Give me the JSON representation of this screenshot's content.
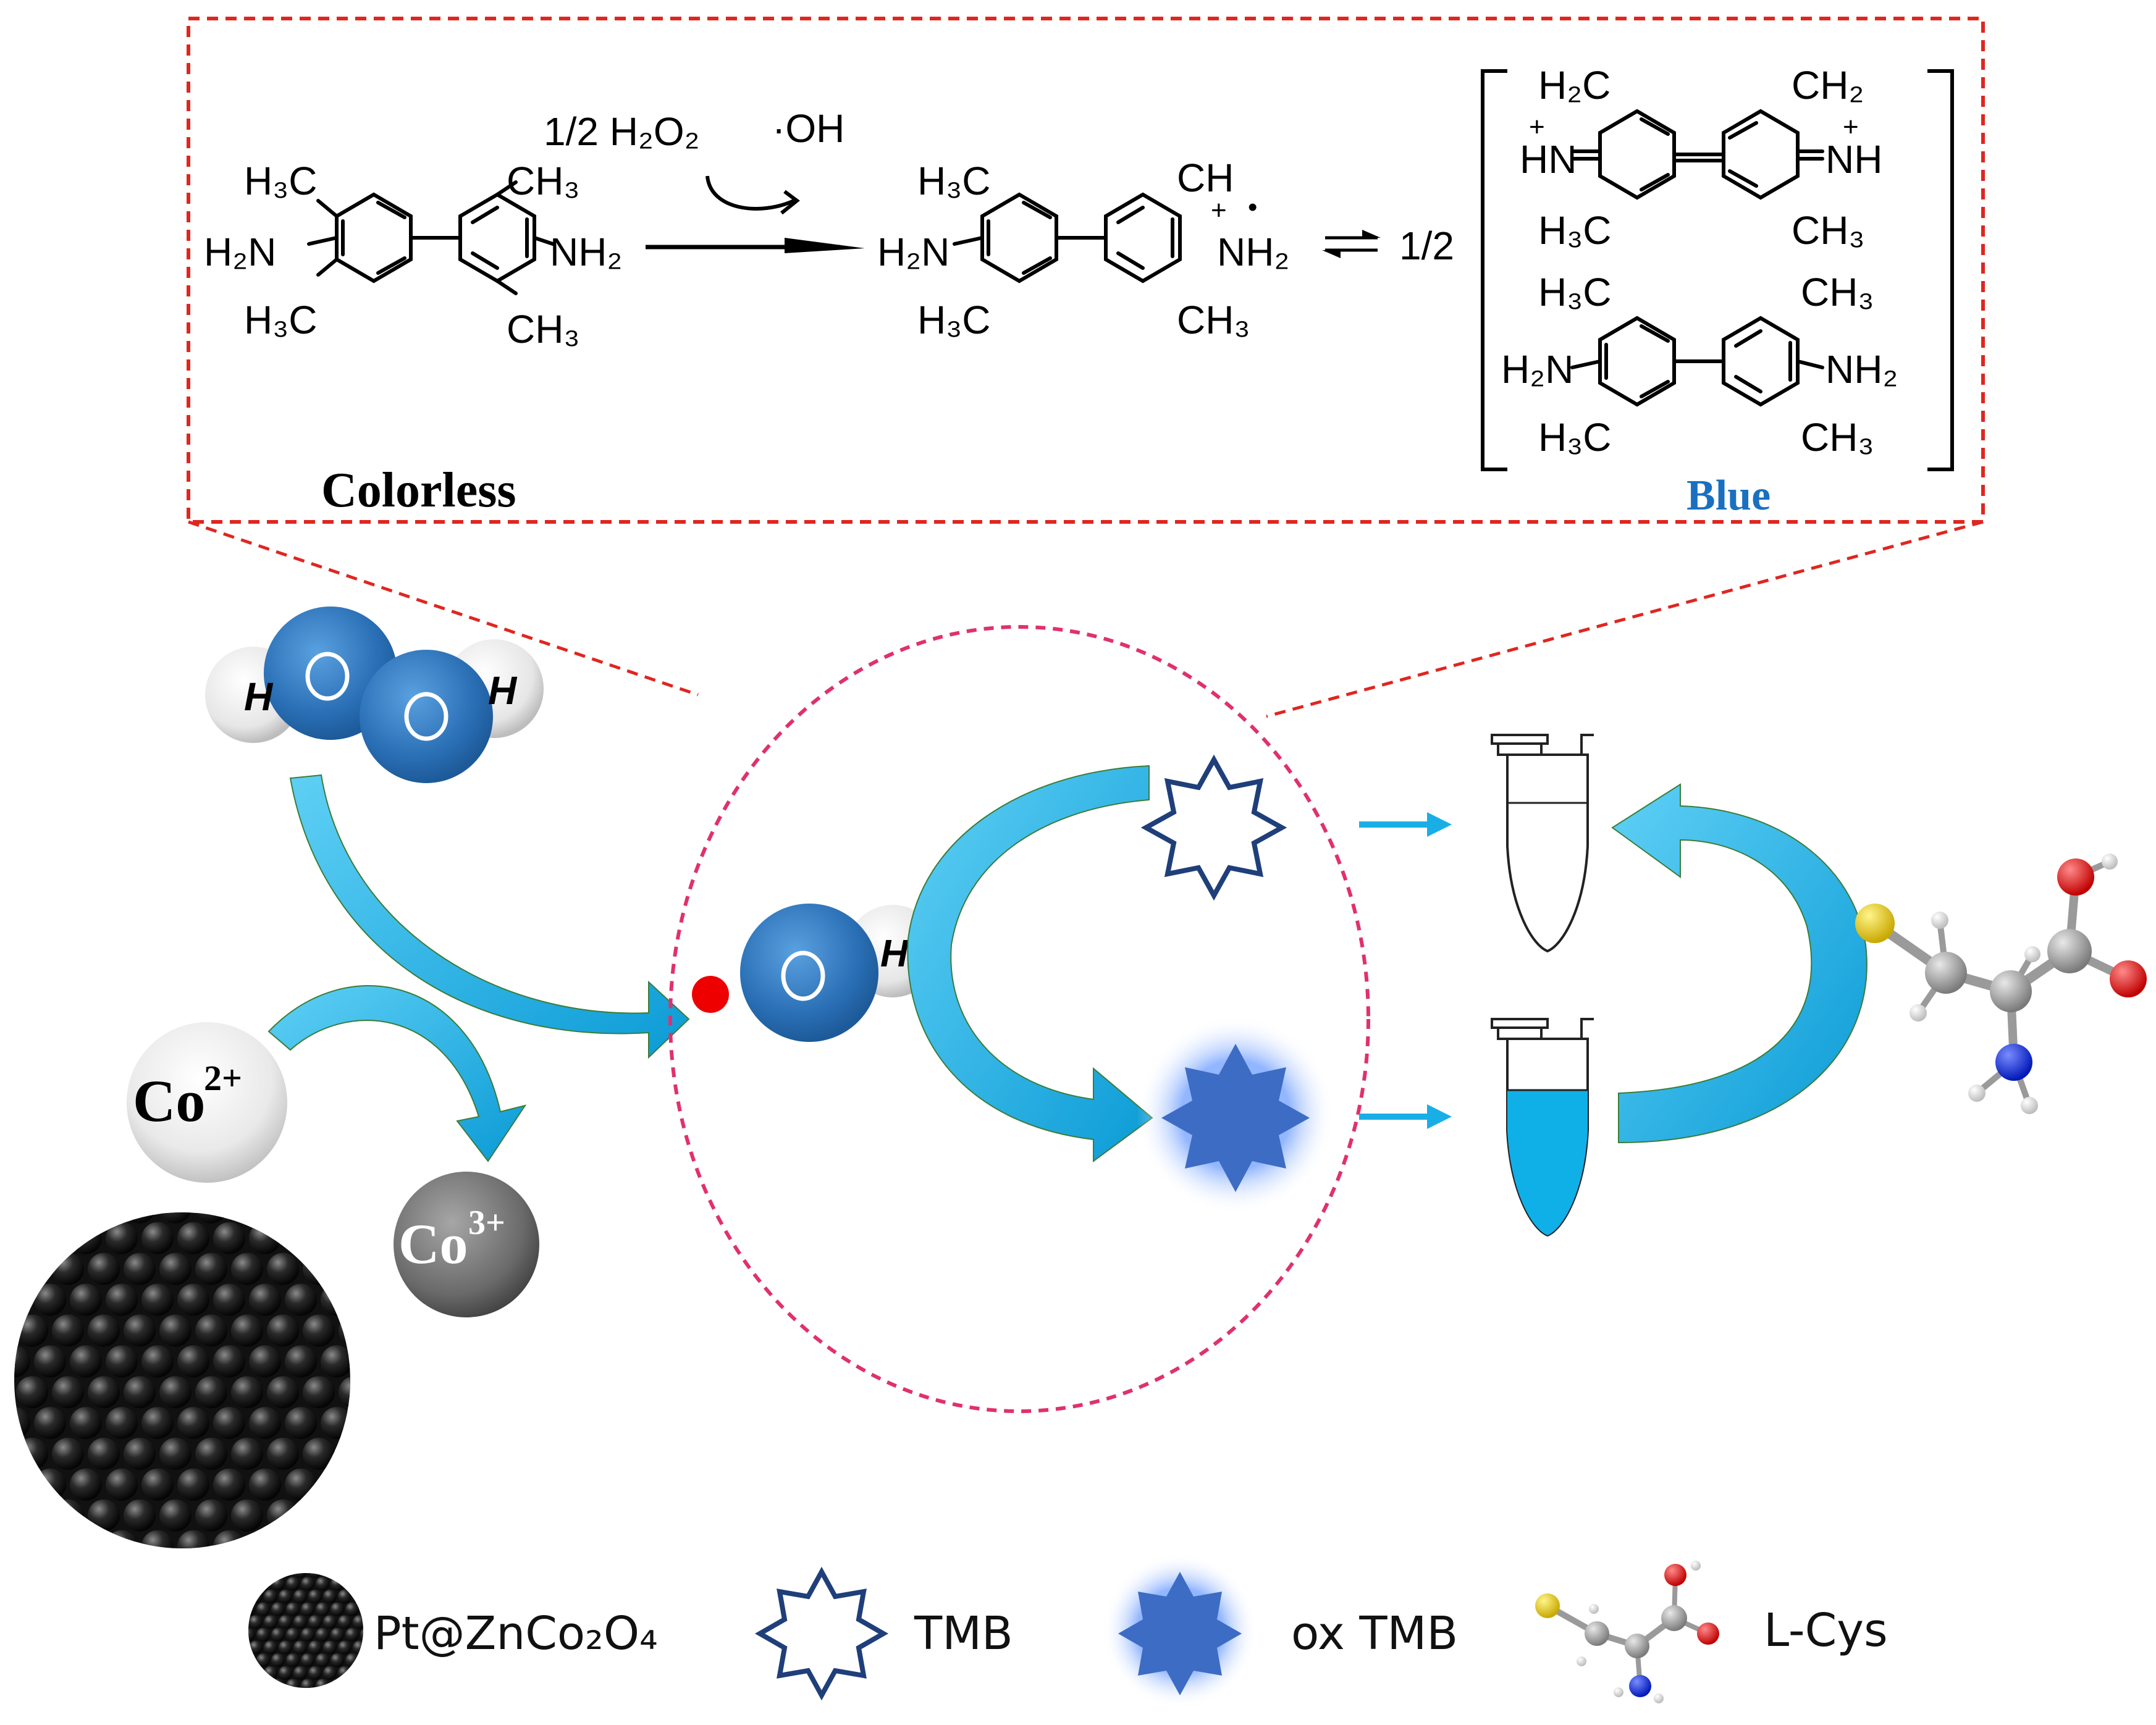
{
  "scheme": {
    "reagent": "1/2 H₂O₂",
    "radical": "·OH",
    "colorless_label": "Colorless",
    "blue_label": "Blue",
    "equilibrium_coeff": "1/2",
    "groups": {
      "h3c": "H₃C",
      "ch3": "CH₃",
      "h2n": "H₂N",
      "nh2": "NH₂",
      "ch": "CH",
      "h2c": "H₂C",
      "ch2": "CH₂",
      "hn": "HN",
      "nh": "NH",
      "plus": "+",
      "dot": "•"
    }
  },
  "atoms": {
    "h": "H",
    "o": "O"
  },
  "ions": {
    "co2": {
      "base": "Co",
      "sup": "2+"
    },
    "co3": {
      "base": "Co",
      "sup": "3+"
    }
  },
  "legend": {
    "pt": "Pt@ZnCo₂O₄",
    "tmb": "TMB",
    "oxtmb": "ox TMB",
    "lcys": "L-Cys"
  },
  "colors": {
    "oxygen_blue": "#2a6fb5",
    "arrow_cyan": "#1aaee6",
    "tube_blue": "#0fb0e8",
    "tmb_outline": "#1f3f7a",
    "oxtmb_fill": "#3d6cc4",
    "blue_label": "#1a70c0",
    "dashed_red": "#e0261f",
    "circle_magenta": "#e0306f"
  }
}
